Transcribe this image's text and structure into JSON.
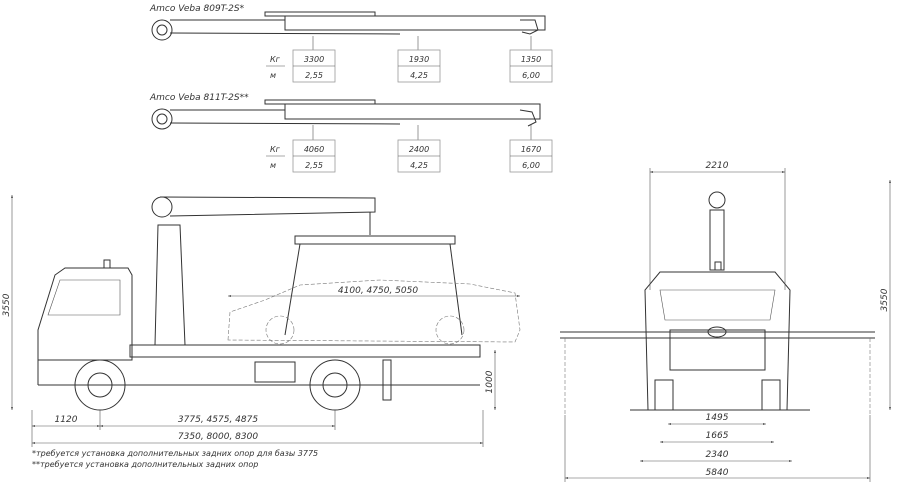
{
  "cranes": [
    {
      "model": "Amco Veba 809T-2S*",
      "unit_kg": "Кг",
      "unit_m": "м",
      "loads": [
        {
          "kg": "3300",
          "m": "2,55"
        },
        {
          "kg": "1930",
          "m": "4,25"
        },
        {
          "kg": "1350",
          "m": "6,00"
        }
      ]
    },
    {
      "model": "Amco Veba 811T-2S**",
      "unit_kg": "Кг",
      "unit_m": "м",
      "loads": [
        {
          "kg": "4060",
          "m": "2,55"
        },
        {
          "kg": "2400",
          "m": "4,25"
        },
        {
          "kg": "1670",
          "m": "6,00"
        }
      ]
    }
  ],
  "side_view": {
    "height": "3550",
    "bed_height": "1000",
    "car_length": "4100, 4750, 5050",
    "front_overhang": "1120",
    "wheelbase": "3775, 4575, 4875",
    "total_length": "7350, 8000, 8300"
  },
  "front_view": {
    "width_top": "2210",
    "height": "3550",
    "track": "1495",
    "frame_width": "1665",
    "body_width": "2340",
    "outrigger_span": "5840"
  },
  "notes": [
    "*требуется установка дополнительных задних опор для базы 3775",
    "**требуется установка дополнительных задних опор"
  ]
}
